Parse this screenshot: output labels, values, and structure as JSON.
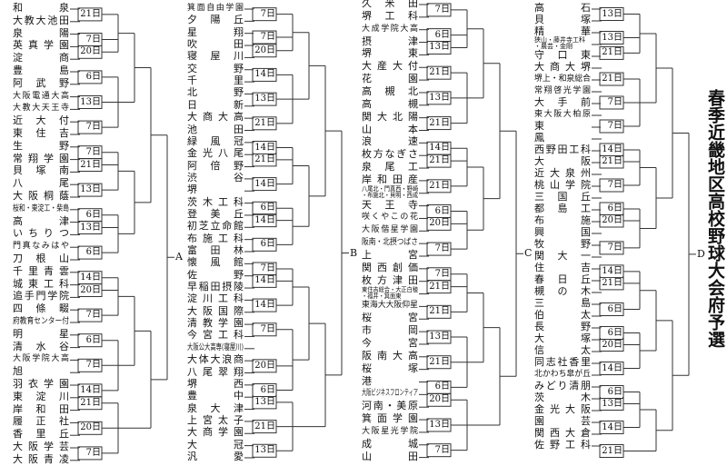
{
  "title": "春季近畿地区高校野球大会府予選",
  "columns": [
    {
      "label": "A",
      "teams": [
        "和泉",
        "大教大池田",
        "泉陽",
        "英真学園",
        "淀商",
        "豊島",
        "阿武野",
        "大阪電通大高",
        "大教大天王寺",
        "近大付",
        "東住吉",
        "生野",
        "常翔学園",
        "貝塚南",
        "八尾",
        "大阪桐蔭",
        "桜和・東淀工・柴島",
        "高津",
        "いちりつ",
        "門真なみはや",
        "刀根山",
        "千里青雲",
        "城東工科",
        "追手門学院",
        "四條畷",
        "府教育センター付",
        "明星",
        "清水谷",
        "大阪学院大高",
        "旭",
        "羽衣学園",
        "東淀川",
        "岸和田",
        "履正社",
        "香里丘",
        "大阪学芸",
        "大阪青凌"
      ],
      "dates": [
        "21日",
        "7日",
        "20日",
        "6日",
        "13日",
        "7日",
        "7日",
        "21日",
        "13日",
        "6日",
        "13日",
        "6日",
        "14日",
        "20日",
        "7日",
        "6日",
        "7日",
        "14日",
        "21日",
        "20日",
        "7日"
      ]
    },
    {
      "label": "B",
      "teams": [
        "箕面自由学園",
        "夕陽丘",
        "星翔",
        "吹田",
        "寝屋川",
        "交野",
        "千里",
        "北野",
        "日新",
        "大商大高",
        "池田",
        "緑風冠",
        "金光八尾",
        "阿倍野",
        "渋谷",
        "堺",
        "茨木工科",
        "登美丘",
        "初芝立命館",
        "布施工科",
        "富田林",
        "懐風館",
        "佐野",
        "早稲田摂陵",
        "淀川工科",
        "大阪国際",
        "清教学園",
        "今宮工科",
        "大阪公大高専(寝屋川)",
        "大体大浪商",
        "八尾翠翔",
        "堺西",
        "豊中",
        "泉大津",
        "上宮太子",
        "大商学園",
        "大冠",
        "汎愛"
      ],
      "dates": [
        "7日",
        "7日",
        "20日",
        "14日",
        "13日",
        "21日",
        "14日",
        "21日",
        "14日",
        "6日",
        "14日",
        "6日",
        "7日",
        "14日",
        "14日",
        "7日",
        "20日",
        "6日",
        "13日",
        "21日",
        "13日"
      ]
    },
    {
      "label": "C",
      "teams": [
        "久米田",
        "堺工科",
        "大成学院大高",
        "摂津",
        "堺東",
        "大産大付",
        "花園",
        "高槻北",
        "高槻",
        "関大北陽",
        "山本",
        "浪速",
        "枚方なぎさ",
        "泉尾工",
        "岸和田産",
        "八尾北・門真西・野崎・布施北・貝明・西成",
        "天王寺",
        "咲くやこの花",
        "大阪偕星学園",
        "阪南・北摂つばさ",
        "上宮",
        "関西創価",
        "枚方津田",
        "東住吉総合・大正白稜・福井・箕面東",
        "東海大大阪仰星",
        "桜宮",
        "市岡",
        "今宮",
        "阪南大高",
        "桜塚",
        "港",
        "大阪ビジネスフロンティア",
        "河南・美原",
        "箕面学園",
        "大阪星光学院",
        "成城",
        "山田"
      ],
      "dates": [
        "7日",
        "6日",
        "13日",
        "21日",
        "13日",
        "21日",
        "14日",
        "21日",
        "21日",
        "6日",
        "20日",
        "7日",
        "7日",
        "21日",
        "21日",
        "13日",
        "21日",
        "6日",
        "20日",
        "13日",
        "7日"
      ]
    },
    {
      "label": "D",
      "teams": [
        "高石",
        "貝塚",
        "精華",
        "狭山・藤井寺工科・農芸・金剛",
        "守口東",
        "大商大堺",
        "堺上・和泉総合",
        "常翔啓光学園",
        "大手前",
        "東大阪大柏原",
        "東",
        "鳳",
        "西野田工科",
        "大阪",
        "近大泉州",
        "桃山学院",
        "三国丘",
        "都島工",
        "布施",
        "興国",
        "牧野",
        "関大一",
        "住吉",
        "春日丘",
        "槻の木",
        "三島",
        "伯太",
        "長野",
        "大塚",
        "信太",
        "同志社香里",
        "北かわち皐が丘",
        "みどり清朋",
        "茨木",
        "金光大阪",
        "園芸",
        "関西大倉",
        "佐野工科"
      ],
      "dates": [
        "13日",
        "13日",
        "21日",
        "21日",
        "7日",
        "7日",
        "14日",
        "21日",
        "7日",
        "6日",
        "20日",
        "7日",
        "14日",
        "21日",
        "6日",
        "6日",
        "20日",
        "14日",
        "6日",
        "13日",
        "14日",
        "21日"
      ]
    }
  ]
}
